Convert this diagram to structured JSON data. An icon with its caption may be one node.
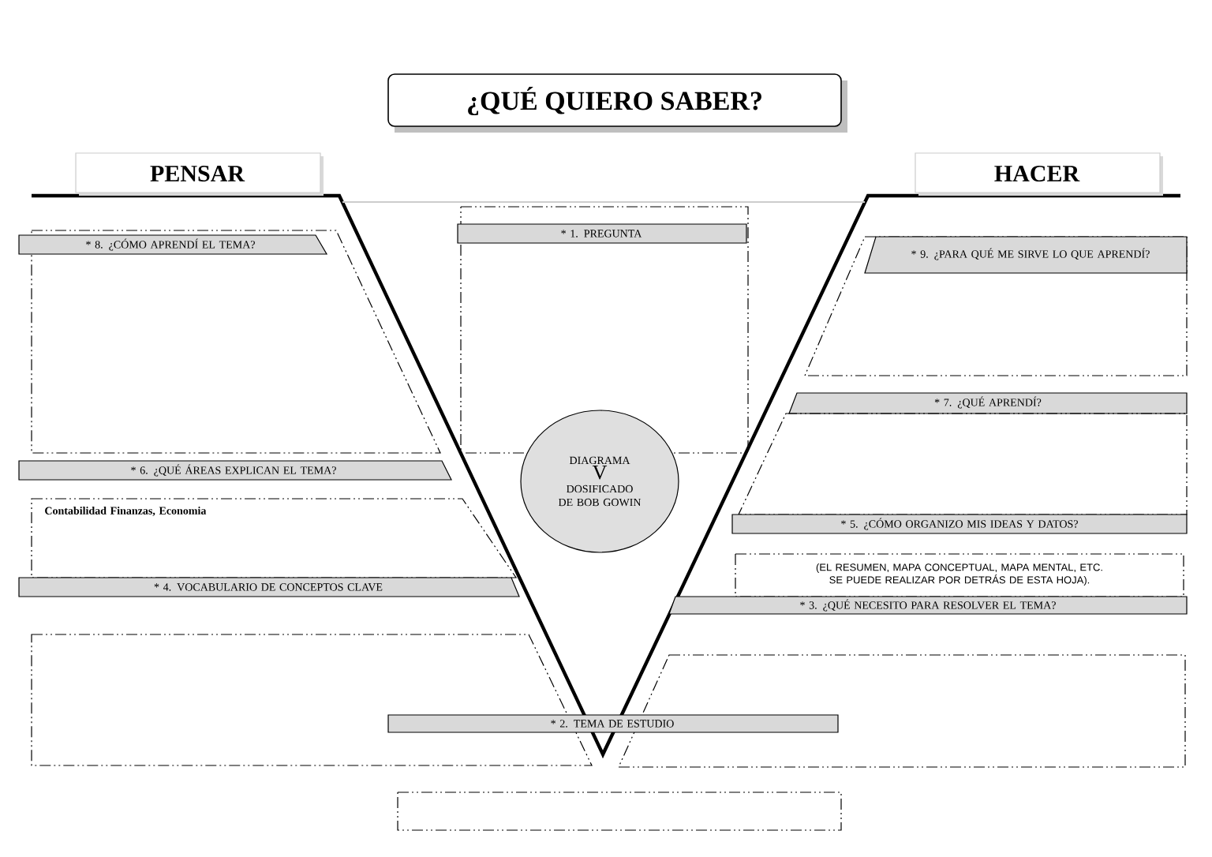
{
  "diagram": {
    "title": "¿QUÉ QUIERO SABER?",
    "nodes": [
      {
        "text": [
          "PENSAR"
        ]
      },
      {
        "text": [
          "HACER"
        ]
      },
      {
        "text": [],
        "shape": "box"
      },
      {
        "text": [
          "* 1. PREGUNTA"
        ],
        "in": 2
      },
      {
        "text": [],
        "shape": "box"
      },
      {
        "text": [
          "* 8. ¿CÓMO APRENDÍ EL TEMA?"
        ],
        "in": 4
      },
      {
        "text": [],
        "shape": "box"
      },
      {
        "text": [
          "* 9. ¿PARA QUÉ ME SIRVE LO QUE APRENDÍ?"
        ],
        "in": 6
      },
      {
        "text": [
          "* 7. ¿QUÉ APRENDÍ?"
        ]
      },
      {
        "text": [],
        "shape": "box"
      },
      {
        "text": [
          "* 6. ¿QUÉ ÁREAS EXPLICAN EL TEMA?"
        ]
      },
      {
        "text": [
          "DIAGRAMA",
          "V",
          "DOSIFICADO DE BOB GOWIN"
        ]
      },
      {
        "text": [
          "Contabilidad Finanzas, Economia"
        ]
      },
      {
        "text": [
          "* 5. ¿CÓMO ORGANIZO MIS IDEAS Y DATOS?"
        ]
      },
      {
        "text": [
          "(EL RESUMEN, MAPA CONCEPTUAL, MAPA MENTAL, ETC. SE PUEDE REALIZAR POR DETRÁS DE ESTA HOJA)."
        ]
      },
      {
        "text": [
          "* 4. VOCABULARIO DE CONCEPTOS CLAVE"
        ]
      },
      {
        "text": [
          "* 3. ¿QUÉ NECESITO PARA RESOLVER EL TEMA?"
        ]
      },
      {
        "text": [],
        "shape": "box"
      },
      {
        "text": [],
        "shape": "box"
      },
      {
        "text": [
          "* 2. TEMA DE ESTUDIO"
        ]
      },
      {
        "text": [],
        "shape": "box"
      }
    ]
  }
}
